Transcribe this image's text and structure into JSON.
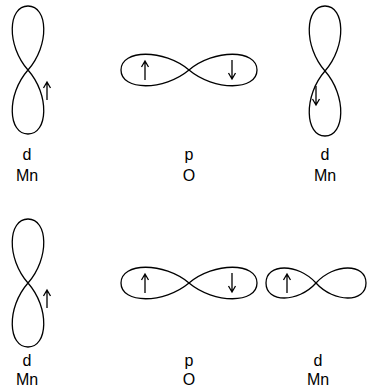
{
  "diagram": {
    "labels": [
      "d",
      "Mn",
      "p",
      "O",
      "d",
      "Mn",
      "d",
      "Mn",
      "p",
      "O",
      "d",
      "Mn"
    ]
  }
}
